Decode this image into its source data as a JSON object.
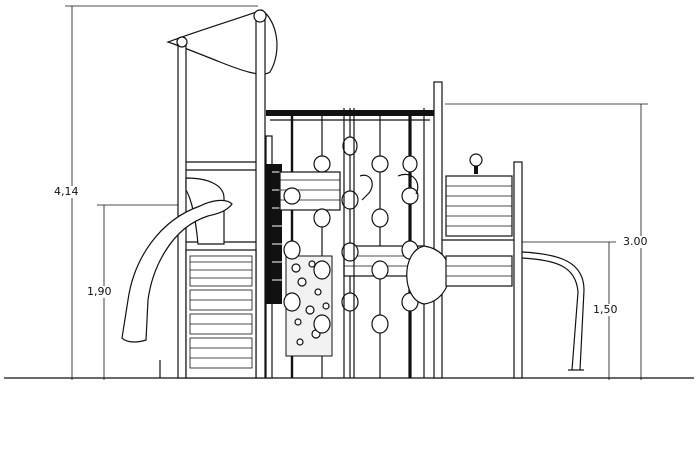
{
  "dimensions": {
    "overall_height": "4,14",
    "deck_left": "1,90",
    "roof_right": "3.00",
    "deck_right": "1,50"
  }
}
